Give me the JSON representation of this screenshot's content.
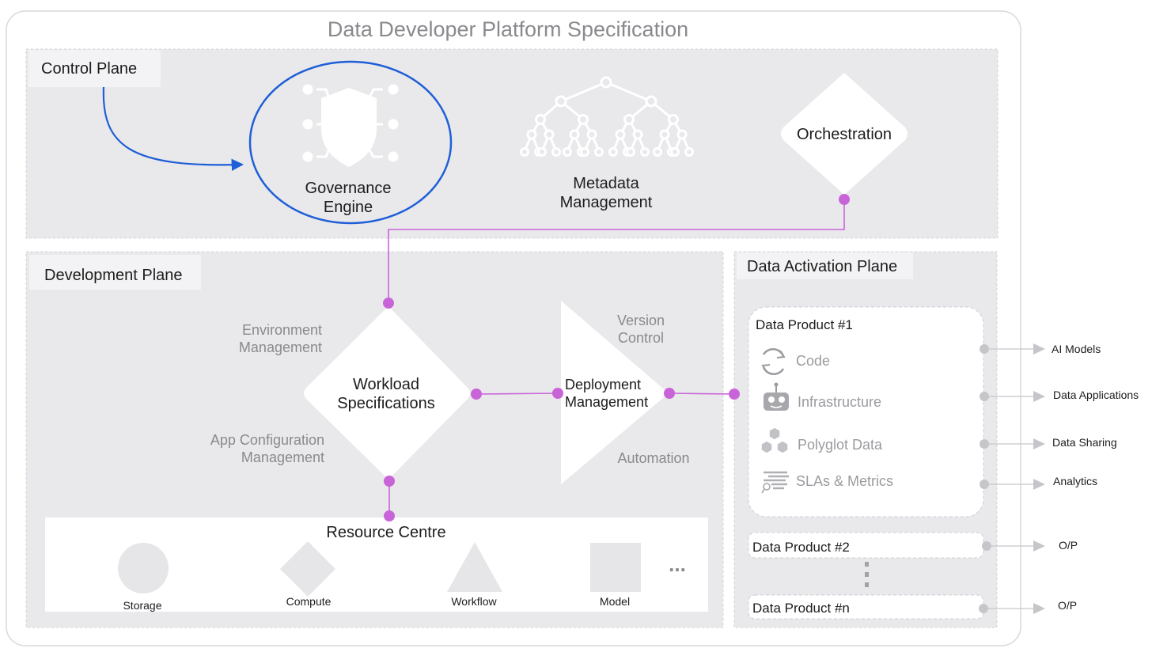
{
  "title": "Data Developer Platform Specification",
  "colors": {
    "accent_link": "#c964d8",
    "highlight_circle": "#1f5fd6",
    "plane_fill": "#e9e9ec",
    "label_grey": "#8a8a8e"
  },
  "control_plane": {
    "label": "Control Plane",
    "governance": {
      "line1": "Governance",
      "line2": "Engine",
      "icon": "shield-icon"
    },
    "metadata": {
      "line1": "Metadata",
      "line2": "Management",
      "icon": "tree-network-icon"
    },
    "orchestration": {
      "label": "Orchestration"
    }
  },
  "development_plane": {
    "label": "Development Plane",
    "workload": {
      "line1": "Workload",
      "line2": "Specifications"
    },
    "env_mgmt": {
      "line1": "Environment",
      "line2": "Management"
    },
    "app_config": {
      "line1": "App Configuration",
      "line2": "Management"
    },
    "deployment": {
      "line1": "Deployment",
      "line2": "Management"
    },
    "version_control": {
      "line1": "Version",
      "line2": "Control"
    },
    "automation": "Automation",
    "resource_centre": {
      "label": "Resource Centre",
      "items": [
        "Storage",
        "Compute",
        "Workflow",
        "Model"
      ],
      "more": "..."
    }
  },
  "activation_plane": {
    "label": "Data Activation Plane",
    "product1": {
      "label": "Data Product #1",
      "items": [
        {
          "label": "Code",
          "icon": "refresh-icon"
        },
        {
          "label": "Infrastructure",
          "icon": "robot-icon"
        },
        {
          "label": "Polyglot Data",
          "icon": "cubes-icon"
        },
        {
          "label": "SLAs & Metrics",
          "icon": "metrics-icon"
        }
      ],
      "outputs": [
        "AI Models",
        "Data Applications",
        "Data Sharing",
        "Analytics"
      ]
    },
    "product2": {
      "label": "Data Product #2",
      "output": "O/P"
    },
    "productn": {
      "label": "Data Product #n",
      "output": "O/P"
    }
  }
}
